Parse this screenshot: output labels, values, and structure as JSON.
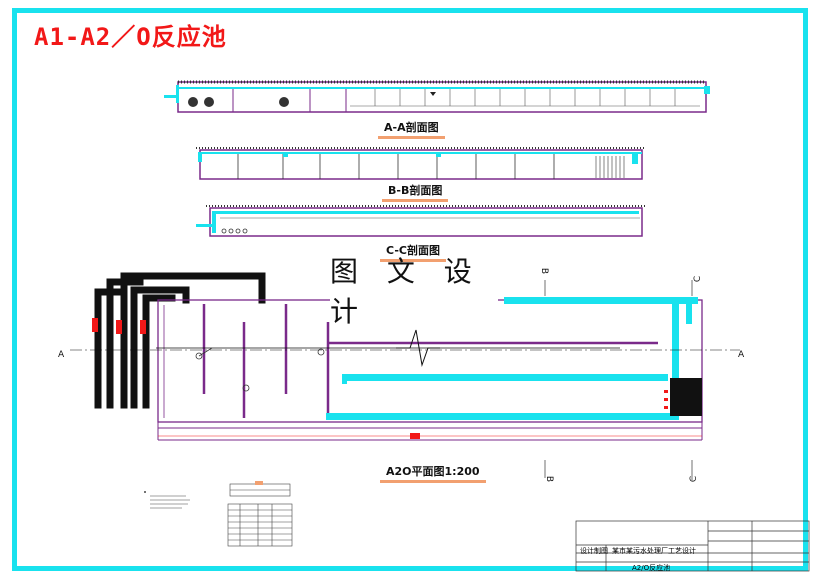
{
  "title": "A1-A2／O反应池",
  "watermark": "图 文 设 计",
  "sections": {
    "aa": "A-A剖面图",
    "bb": "B-B剖面图",
    "cc": "C-C剖面图",
    "plan": "A2O平面图1:200"
  },
  "markers": {
    "a_left": "A",
    "a_right": "A",
    "b_top": "B",
    "b_bottom": "B",
    "c_top": "C",
    "c_bottom": "C"
  },
  "title_block": {
    "project": "某市某污水处理厂工艺设计",
    "drawing": "A2/O反应池",
    "designer_label": "设计制图"
  },
  "colors": {
    "frame": "#19e2ee",
    "title": "#f21818",
    "pipe": "#19e2ee",
    "wall": "#8a1a9a",
    "underline": "#f2a070"
  }
}
